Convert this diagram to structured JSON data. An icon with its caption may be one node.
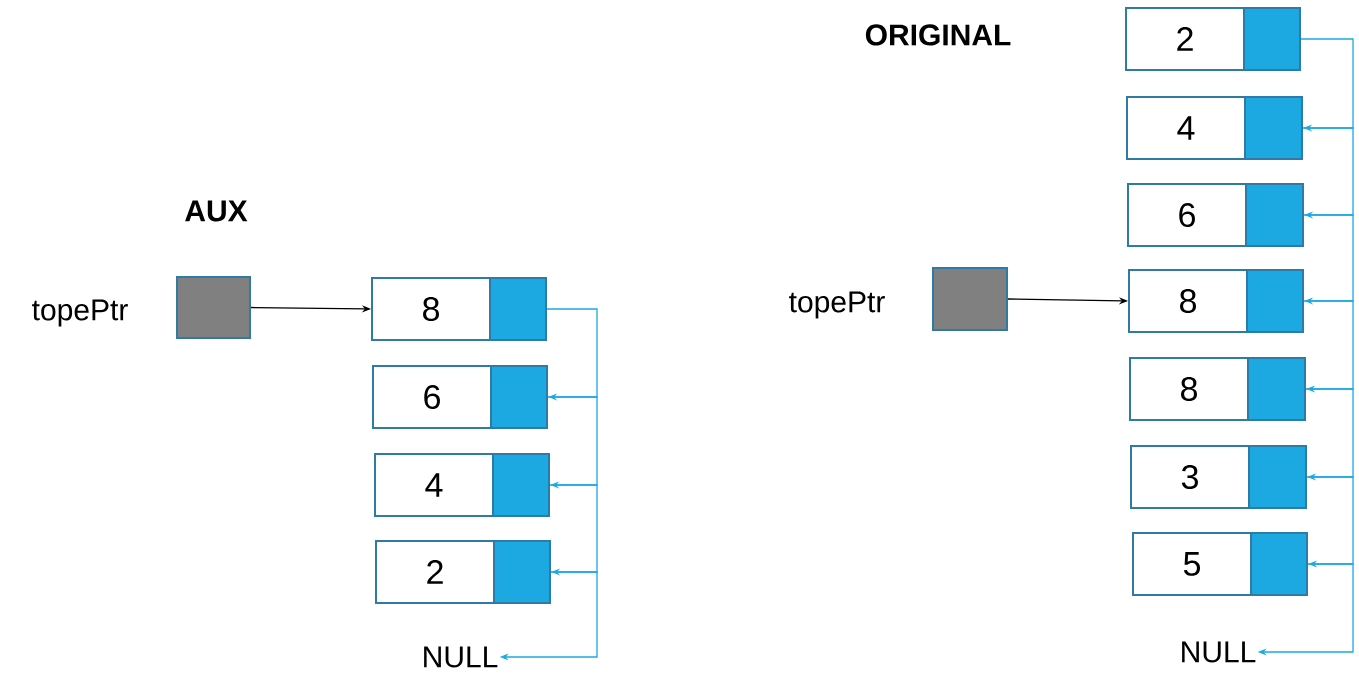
{
  "diagram": {
    "nodes": [
      {
        "text": [],
        "shape": "box",
        "beside": [
          "topePtr"
        ]
      },
      {
        "text": [
          "8"
        ]
      },
      {
        "text": [],
        "shape": "box"
      },
      {
        "text": [
          "6"
        ]
      },
      {
        "text": [],
        "shape": "box"
      },
      {
        "text": [
          "4"
        ]
      },
      {
        "text": [],
        "shape": "box"
      },
      {
        "text": [
          "2"
        ]
      },
      {
        "text": [],
        "shape": "box"
      },
      {
        "text": [
          "NULL"
        ]
      },
      {
        "text": [],
        "shape": "box",
        "beside": [
          "topePtr"
        ]
      },
      {
        "text": [
          "2"
        ]
      },
      {
        "text": [],
        "shape": "box"
      },
      {
        "text": [
          "4"
        ]
      },
      {
        "text": [],
        "shape": "box"
      },
      {
        "text": [
          "6"
        ]
      },
      {
        "text": [],
        "shape": "box"
      },
      {
        "text": [
          "8"
        ]
      },
      {
        "text": [],
        "shape": "box"
      },
      {
        "text": [
          "8"
        ]
      },
      {
        "text": [],
        "shape": "box"
      },
      {
        "text": [
          "3"
        ]
      },
      {
        "text": [],
        "shape": "box"
      },
      {
        "text": [
          "5"
        ]
      },
      {
        "text": [],
        "shape": "box"
      },
      {
        "text": [
          "NULL"
        ]
      }
    ],
    "edges": [
      {
        "from": 0,
        "to": 1,
        "arrow": "to",
        "color": "#000000"
      },
      {
        "from": 2,
        "to": 4,
        "arrow": "to"
      },
      {
        "from": 4,
        "to": 6,
        "arrow": "to"
      },
      {
        "from": 6,
        "to": 8,
        "arrow": "to"
      },
      {
        "from": 8,
        "to": 9,
        "arrow": "to"
      },
      {
        "from": 10,
        "to": 17,
        "arrow": "to",
        "color": "#000000"
      },
      {
        "from": 12,
        "to": 14,
        "arrow": "to"
      },
      {
        "from": 14,
        "to": 16,
        "arrow": "to"
      },
      {
        "from": 16,
        "to": 18,
        "arrow": "to"
      },
      {
        "from": 18,
        "to": 20,
        "arrow": "to"
      },
      {
        "from": 20,
        "to": 22,
        "arrow": "to"
      },
      {
        "from": 22,
        "to": 24,
        "arrow": "to"
      },
      {
        "from": 24,
        "to": 25,
        "arrow": "to"
      }
    ],
    "labels": [
      "ORIGINAL",
      "AUX"
    ]
  }
}
